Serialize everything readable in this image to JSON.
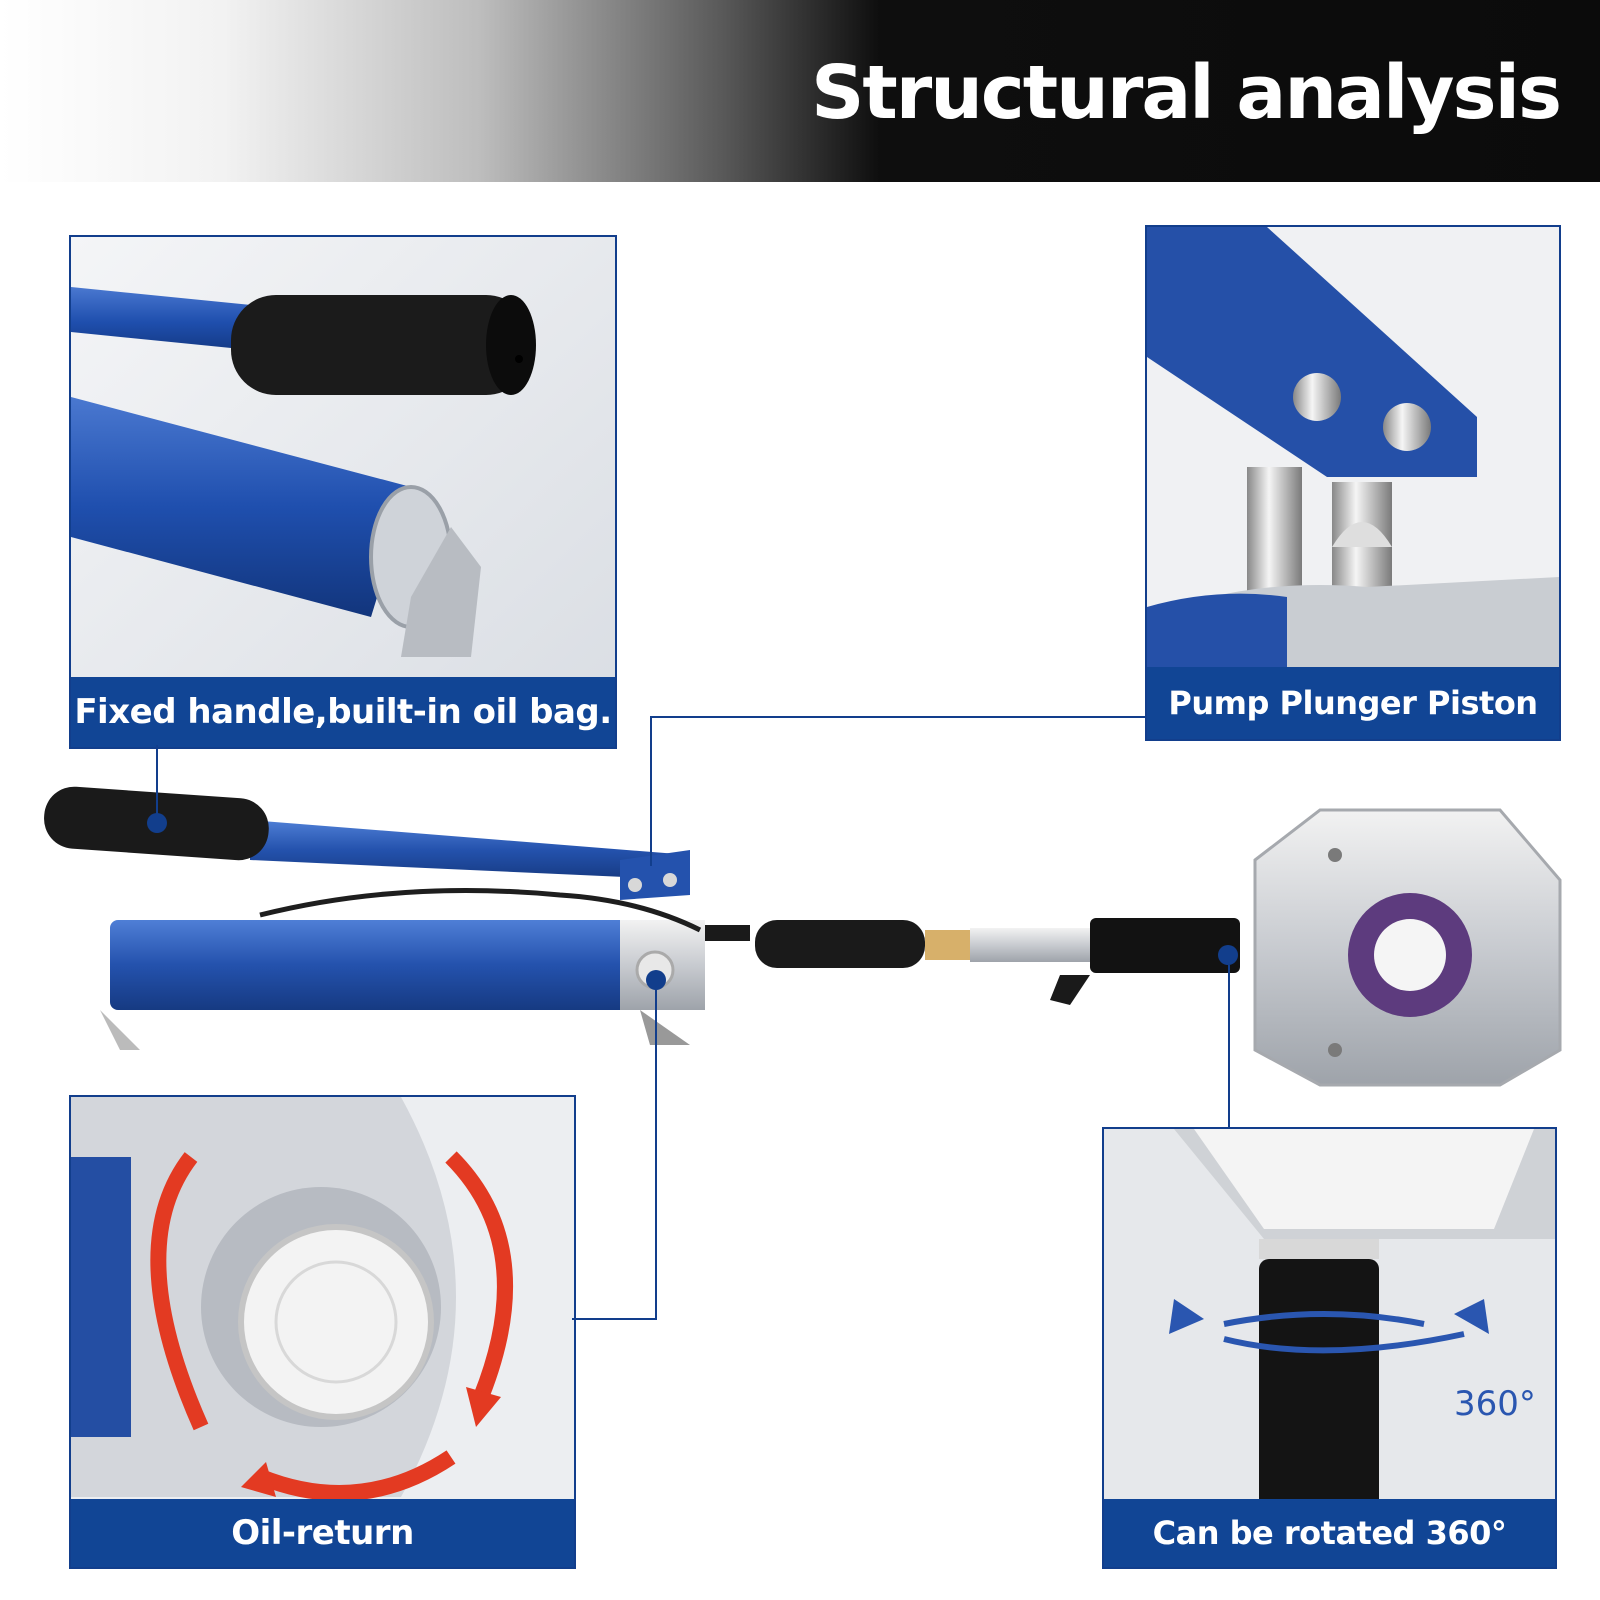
{
  "header": {
    "title": "Structural analysis"
  },
  "callouts": {
    "handle": {
      "caption": "Fixed handle,built-in oil bag."
    },
    "plunger": {
      "caption": "Pump Plunger Piston"
    },
    "oil_return": {
      "caption": "Oil-return"
    },
    "rotation": {
      "caption": "Can be rotated 360°",
      "angle_label": "360°"
    }
  },
  "colors": {
    "accent": "#114595",
    "line": "#123e8c",
    "tool_blue": "#2a56b0"
  }
}
